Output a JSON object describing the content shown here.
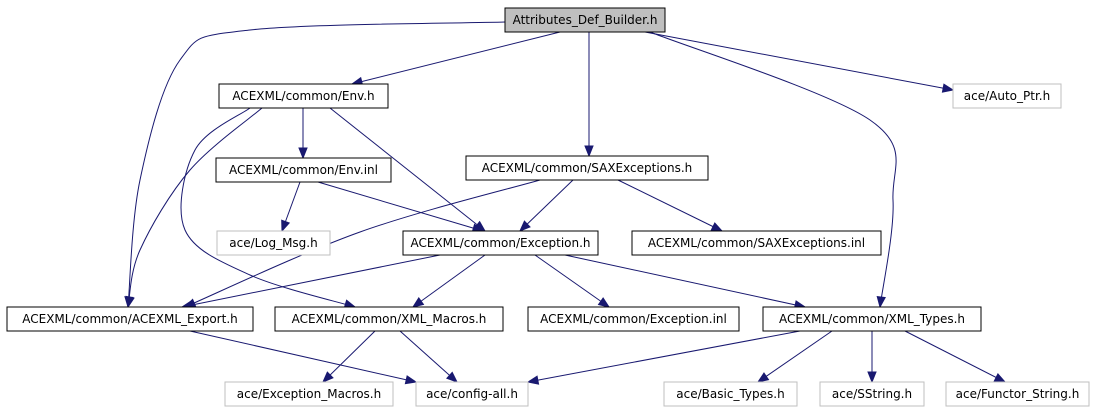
{
  "nodes": {
    "attributes_def_builder_h": "Attributes_Def_Builder.h",
    "env_h": "ACEXML/common/Env.h",
    "auto_ptr_h": "ace/Auto_Ptr.h",
    "env_inl": "ACEXML/common/Env.inl",
    "saxexceptions_h": "ACEXML/common/SAXExceptions.h",
    "log_msg_h": "ace/Log_Msg.h",
    "exception_h": "ACEXML/common/Exception.h",
    "saxexceptions_inl": "ACEXML/common/SAXExceptions.inl",
    "acexml_export_h": "ACEXML/common/ACEXML_Export.h",
    "xml_macros_h": "ACEXML/common/XML_Macros.h",
    "exception_inl": "ACEXML/common/Exception.inl",
    "xml_types_h": "ACEXML/common/XML_Types.h",
    "exception_macros_h": "ace/Exception_Macros.h",
    "config_all_h": "ace/config-all.h",
    "basic_types_h": "ace/Basic_Types.h",
    "sstring_h": "ace/SString.h",
    "functor_string_h": "ace/Functor_String.h"
  },
  "colors": {
    "edge": "#191970",
    "root_fill": "#bfbfbf",
    "node_border": "#000000",
    "external_border": "#bfbfbf"
  }
}
